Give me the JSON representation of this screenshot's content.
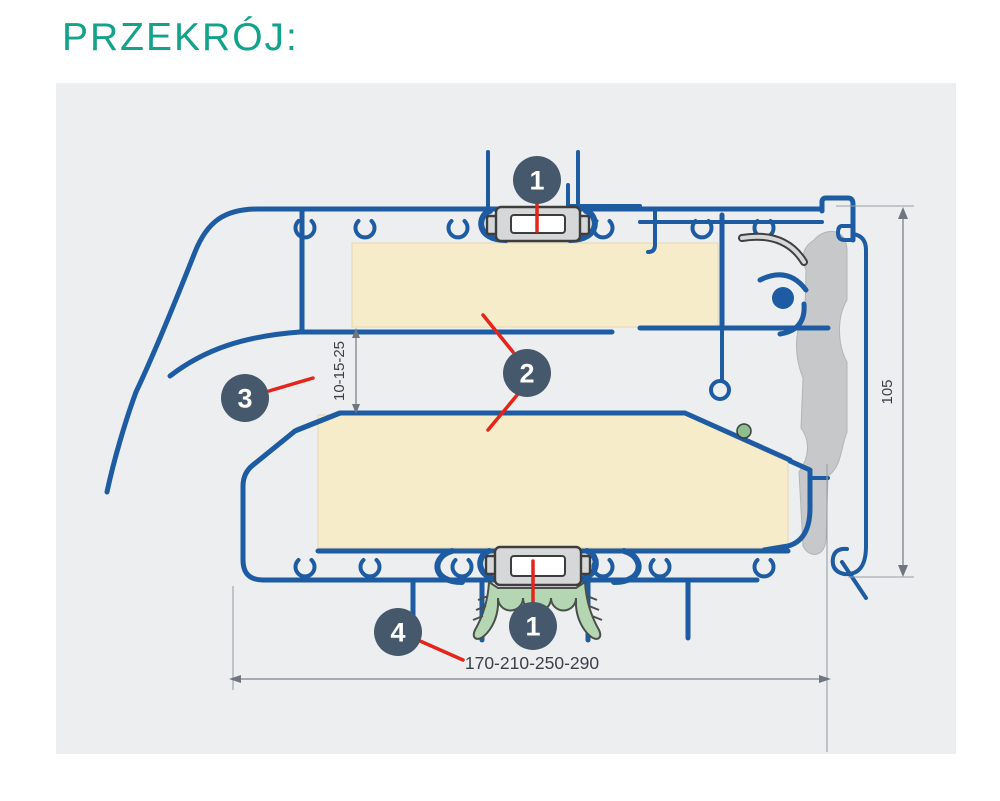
{
  "title": "PRZEKRÓJ:",
  "diagram": {
    "callouts": [
      {
        "id": "callout-1-top",
        "label": "1"
      },
      {
        "id": "callout-2",
        "label": "2"
      },
      {
        "id": "callout-3",
        "label": "3"
      },
      {
        "id": "callout-4",
        "label": "4"
      },
      {
        "id": "callout-1-bottom",
        "label": "1"
      }
    ],
    "dimensions": {
      "gap": "10-15-25",
      "height": "105",
      "width": "170-210-250-290"
    },
    "colors": {
      "title_teal": "#13a28a",
      "profile_blue": "#1d5ba3",
      "insulation_cream": "#f6ecca",
      "panel_background": "#eceef0",
      "callout_slate": "#46586b",
      "leader_red": "#e3251c",
      "gasket_green": "#b5d6b2",
      "component_gray": "#d6d7d8"
    }
  }
}
